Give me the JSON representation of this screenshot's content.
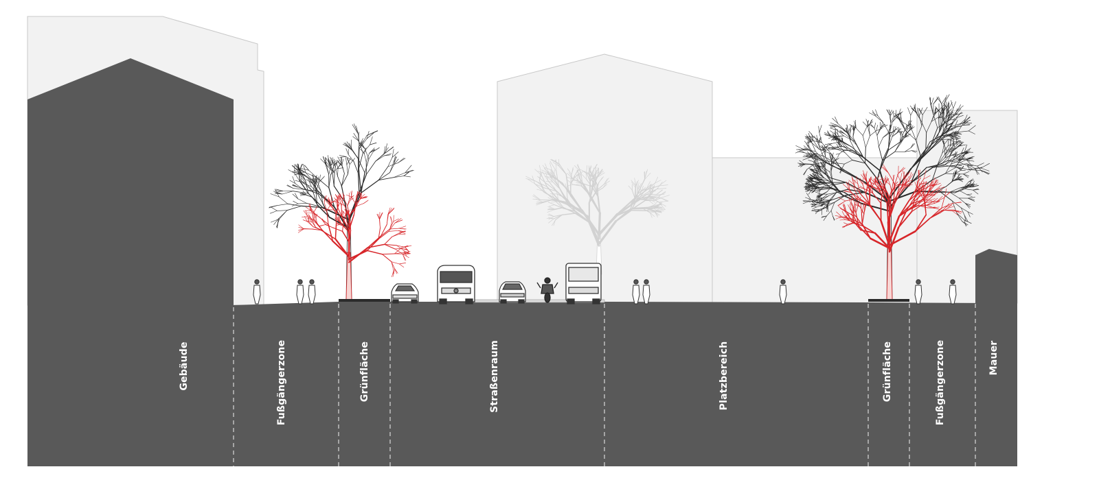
{
  "zones": [
    {
      "id": "gebaeude",
      "label": "Gebäude"
    },
    {
      "id": "fussgaengerzone-left",
      "label": "Fußgängerzone"
    },
    {
      "id": "gruenflaeche-left",
      "label": "Grünfläche"
    },
    {
      "id": "strassenraum",
      "label": "Straßenraum"
    },
    {
      "id": "platzbereich",
      "label": "Platzbereich"
    },
    {
      "id": "gruenflaeche-right",
      "label": "Grünfläche"
    },
    {
      "id": "fussgaengerzone-right",
      "label": "Fußgängerzone"
    },
    {
      "id": "mauer",
      "label": "Mauer"
    }
  ],
  "colors": {
    "ground": "#595959",
    "background_building": "#f2f2f2",
    "background_building_stroke": "#c8c8c8",
    "tree_crown_dark": "#2a2a2a",
    "tree_crown_red": "#d7262a",
    "tree_trunk_pink": "#f7d6d4",
    "tree_white": "#ffffff",
    "divider": "#d9d9d9",
    "label": "#ffffff"
  }
}
